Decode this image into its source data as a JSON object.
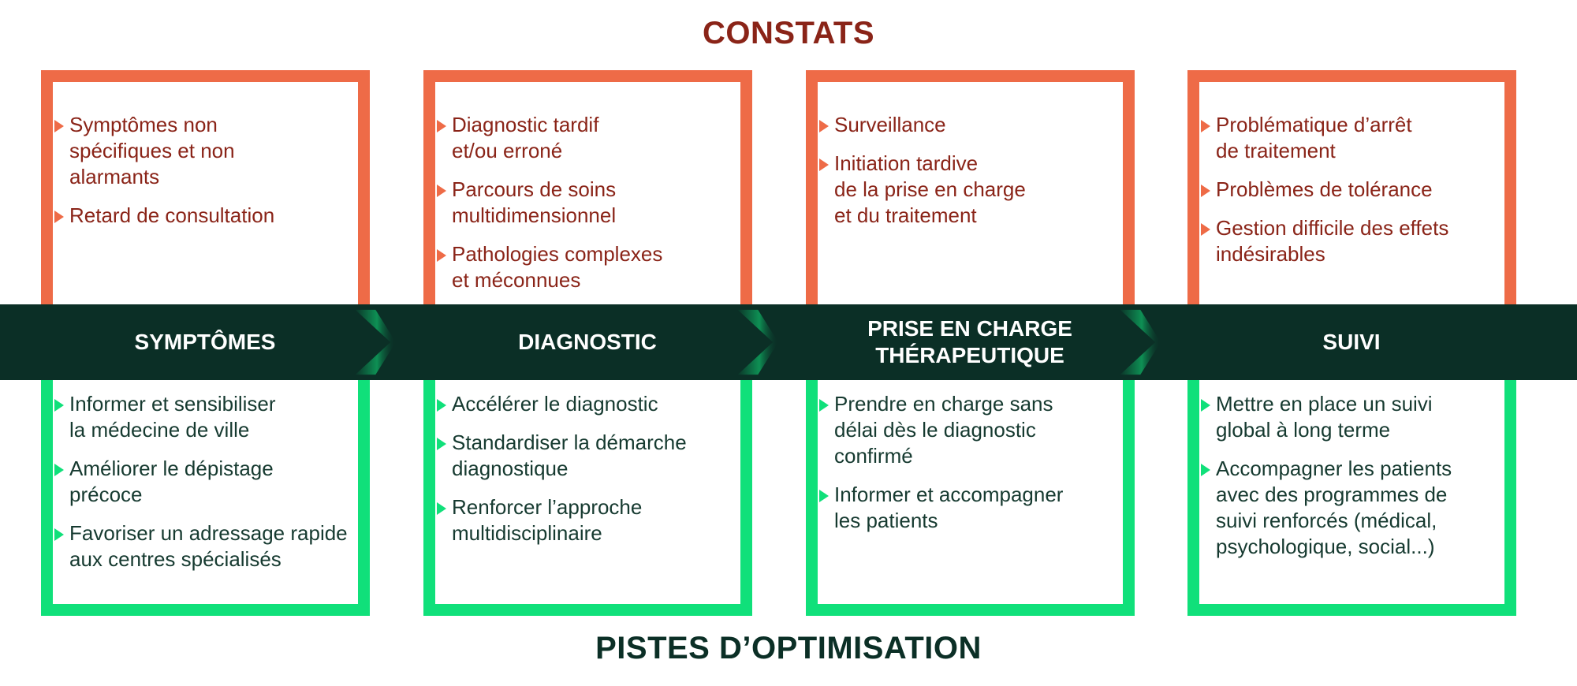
{
  "headings": {
    "constats": "CONSTATS",
    "pistes": "PISTES D’OPTIMISATION"
  },
  "colors": {
    "constat_border": "#ee6b47",
    "constat_text": "#8a2418",
    "piste_border": "#10e07a",
    "piste_text": "#163a30",
    "band": "#0b2f26"
  },
  "stages": [
    {
      "label": "SYMPTÔMES",
      "constats": [
        "Symptômes non\nspécifiques et non\nalarmants",
        "Retard de consultation"
      ],
      "pistes": [
        "Informer et sensibiliser\nla médecine de ville",
        "Améliorer le dépistage\nprécoce",
        "Favoriser un adressage rapide\naux centres spécialisés"
      ]
    },
    {
      "label": "DIAGNOSTIC",
      "constats": [
        "Diagnostic tardif\net/ou erroné",
        "Parcours de soins\nmultidimensionnel",
        "Pathologies complexes\net méconnues"
      ],
      "pistes": [
        "Accélérer le diagnostic",
        "Standardiser la démarche\ndiagnostique",
        "Renforcer l’approche\nmultidisciplinaire"
      ]
    },
    {
      "label": "PRISE EN CHARGE\nTHÉRAPEUTIQUE",
      "constats": [
        "Surveillance",
        "Initiation tardive\nde la prise en charge\net du traitement"
      ],
      "pistes": [
        "Prendre en charge sans\ndélai dès le diagnostic\nconfirmé",
        "Informer et accompagner\nles patients"
      ]
    },
    {
      "label": "SUIVI",
      "constats": [
        "Problématique d’arrêt\nde traitement",
        "Problèmes de tolérance",
        "Gestion difficile des effets\nindésirables"
      ],
      "pistes": [
        "Mettre en place un suivi\nglobal à long terme",
        "Accompagner les patients\navec des programmes de\nsuivi renforcés (médical,\npsychologique, social...)"
      ]
    }
  ]
}
